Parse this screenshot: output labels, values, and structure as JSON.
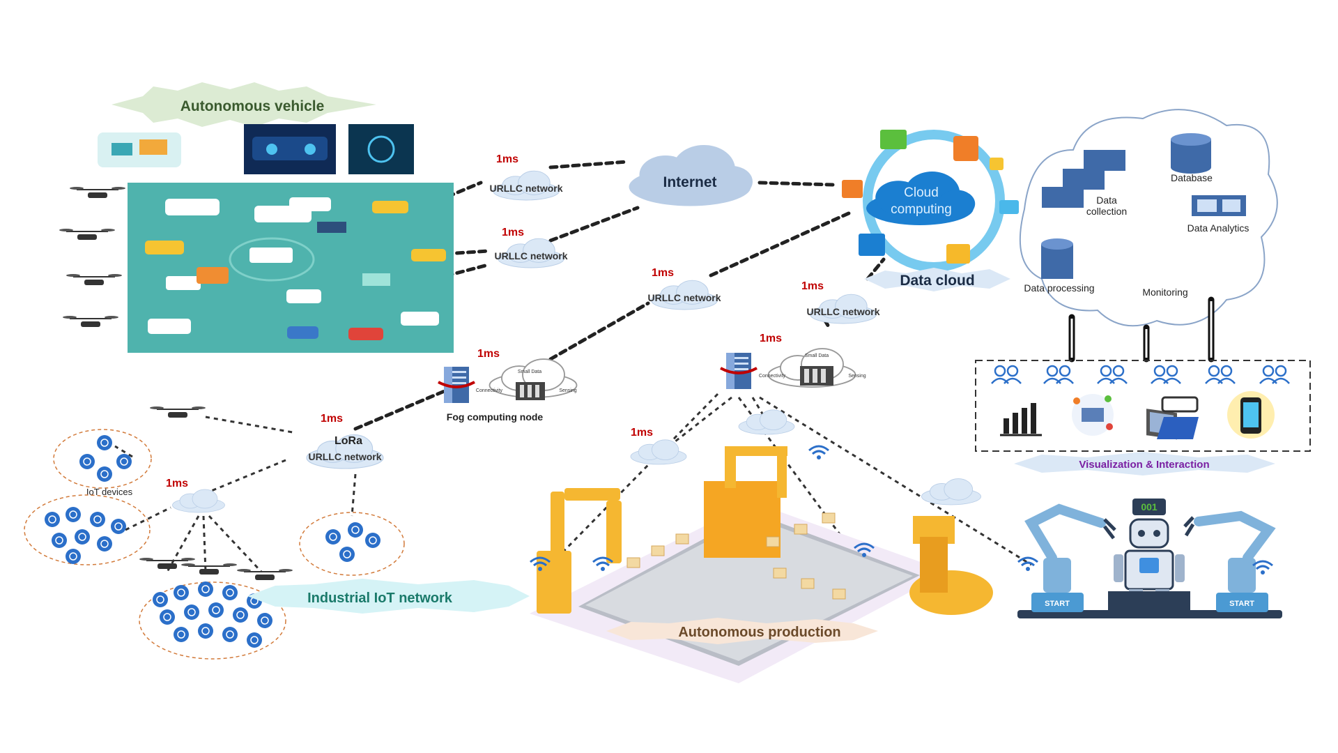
{
  "labels": {
    "autonomous_vehicle": "Autonomous vehicle",
    "internet": "Internet",
    "urllc_network": "URLLC network",
    "latency": "1ms",
    "cloud_computing_line1": "Cloud",
    "cloud_computing_line2": "computing",
    "data_cloud": "Data cloud",
    "data_collection_line1": "Data",
    "data_collection_line2": "collection",
    "database": "Database",
    "data_analytics": "Data Analytics",
    "data_processing": "Data processing",
    "monitoring": "Monitoring",
    "visualization": "Visualization & Interaction",
    "fog_node": "Fog computing node",
    "fog_small_data": "Small Data",
    "fog_connectivity": "Connectivity",
    "fog_sensing": "Sensing",
    "lora": "LoRa",
    "iot_devices": "IoT devices",
    "industrial_iot": "Industrial IoT network",
    "autonomous_production": "Autonomous production",
    "robot_start": "START",
    "robot_display": "001"
  },
  "colors": {
    "link": "#222222",
    "latency_red": "#c00000",
    "cloud_blue": "#dbe8f6",
    "vehicle_banner": "#dcebd3",
    "iot_banner": "#d5f3f6",
    "production_banner": "#f8e6d8",
    "viz_text": "#7a1fa2",
    "iot_blue": "#2b6fc9",
    "factory_yellow": "#f5b731"
  },
  "icons": [
    "cloud-icon",
    "server-icon",
    "drone-icon",
    "car-icon",
    "robot-icon",
    "user-group-icon",
    "chart-icon",
    "database-icon",
    "monitor-icon",
    "laptop-icon",
    "phone-icon",
    "wifi-icon"
  ]
}
